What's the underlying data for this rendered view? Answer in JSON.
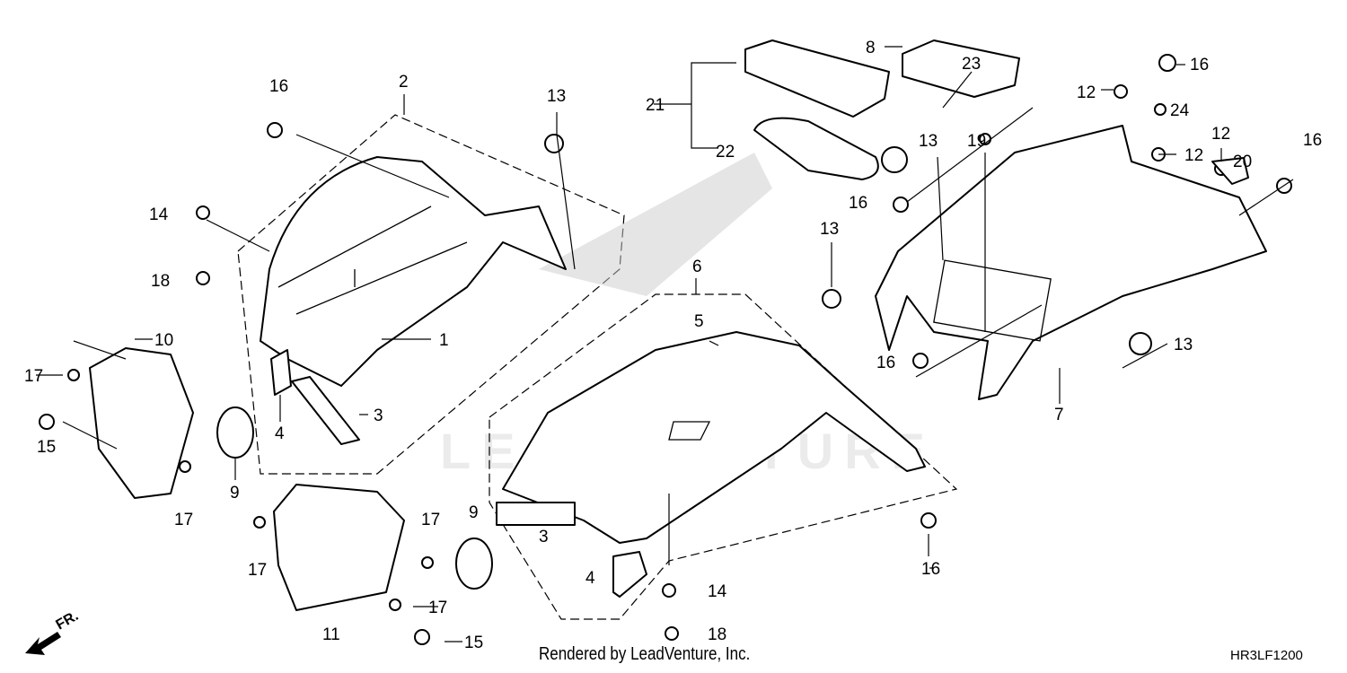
{
  "diagram": {
    "callouts": [
      "16",
      "2",
      "13",
      "14",
      "18",
      "1",
      "10",
      "17",
      "15",
      "4",
      "3",
      "9",
      "17",
      "17",
      "17",
      "17",
      "11",
      "15",
      "9",
      "3",
      "4",
      "14",
      "18",
      "16",
      "6",
      "5",
      "13",
      "21",
      "22",
      "8",
      "23",
      "12",
      "16",
      "24",
      "13",
      "19",
      "16",
      "12",
      "12",
      "20",
      "16",
      "16",
      "13",
      "7"
    ],
    "direction_label": "FR.",
    "watermark": "LEADVENTURE",
    "footer": "Rendered by LeadVenture, Inc.",
    "diagram_code": "HR3LF1200"
  }
}
